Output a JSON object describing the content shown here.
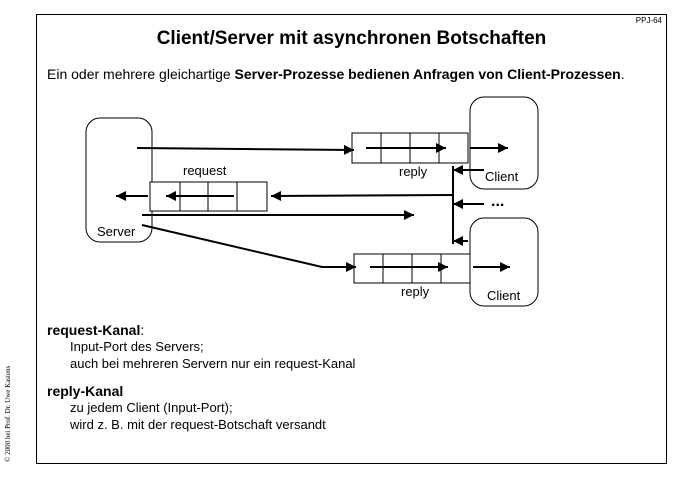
{
  "slide": {
    "id": "PPJ-64",
    "title": "Client/Server mit asynchronen Botschaften",
    "intro": {
      "prefix": "Ein oder mehrere gleichartige ",
      "bold1": "Server-Prozesse bedienen Anfragen von Client-Prozessen",
      "suffix": "."
    },
    "copyright": "© 2000 bei Prof. Dr. Uwe Kastens"
  },
  "diagram": {
    "server_label": "Server",
    "request_label": "request",
    "reply_label_top": "reply",
    "reply_label_bottom": "reply",
    "client_label_top": "Client",
    "client_label_bottom": "Client",
    "ellipsis": "..."
  },
  "definitions": {
    "request": {
      "heading": "request-Kanal",
      "colon": ":",
      "lines": [
        "Input-Port des Servers;",
        "auch bei mehreren Servern nur ein request-Kanal"
      ]
    },
    "reply": {
      "heading": "reply-Kanal",
      "lines": [
        "zu jedem Client (Input-Port);",
        "wird z. B. mit der request-Botschaft versandt"
      ]
    }
  }
}
